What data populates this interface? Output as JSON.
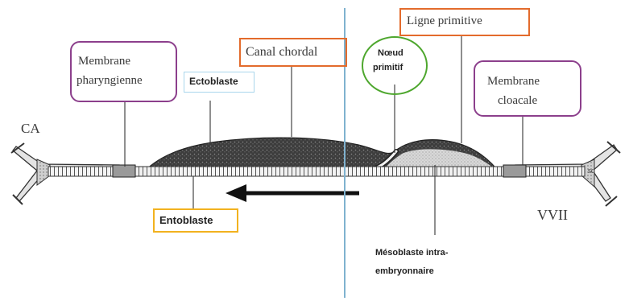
{
  "labels": {
    "ca": "CA",
    "membrane_pharyngienne": [
      "Membrane",
      "pharyngienne"
    ],
    "ectoblaste": "Ectoblaste",
    "canal_chordal": "Canal chordal",
    "noeud_primitif": [
      "Nœud",
      "primitif"
    ],
    "ligne_primitive": "Ligne primitive",
    "membrane_cloacale": [
      "Membrane",
      "cloacale"
    ],
    "entoblaste": "Entoblaste",
    "vvii": "VVII",
    "sc": "sc",
    "mesoblaste": [
      "Mésoblaste intra-",
      "embryonnaire"
    ]
  },
  "colors": {
    "purple_frame": "#8c3f8c",
    "orange_frame": "#e36b2c",
    "lightblue_frame": "#a9d6ec",
    "green_frame": "#4ea72e",
    "yellow_frame": "#f2b21f",
    "divider": "#7fb2cf"
  }
}
